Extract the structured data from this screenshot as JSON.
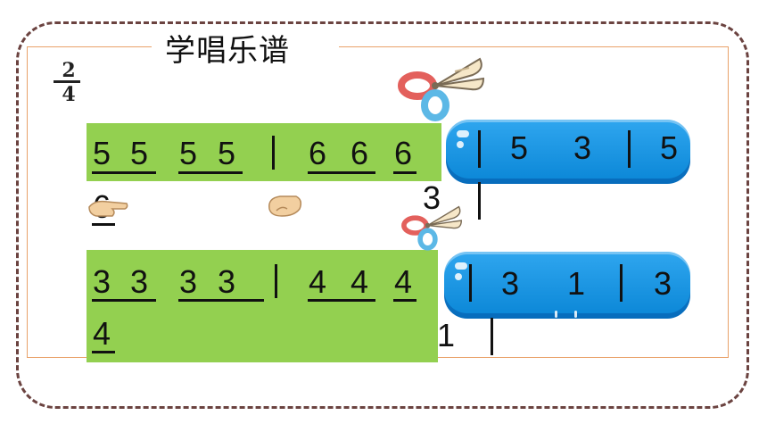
{
  "title": "学唱乐谱",
  "time_signature": {
    "top": "2",
    "bottom": "4"
  },
  "line1": {
    "notes": [
      "5",
      "5",
      "5",
      "5",
      "6",
      "6",
      "6",
      "6",
      "5",
      "3",
      "5",
      "3"
    ]
  },
  "line2": {
    "notes": [
      "3",
      "3",
      "3",
      "3",
      "4",
      "4",
      "4",
      "4",
      "3",
      "1",
      "3",
      "1"
    ]
  },
  "colors": {
    "highlight_green": "#93d050",
    "highlight_blue": "#0a86d6",
    "outer_border": "#6b4340",
    "inner_border": "#e9a26a"
  },
  "icons": [
    "scissors-icon",
    "hand-icon"
  ]
}
